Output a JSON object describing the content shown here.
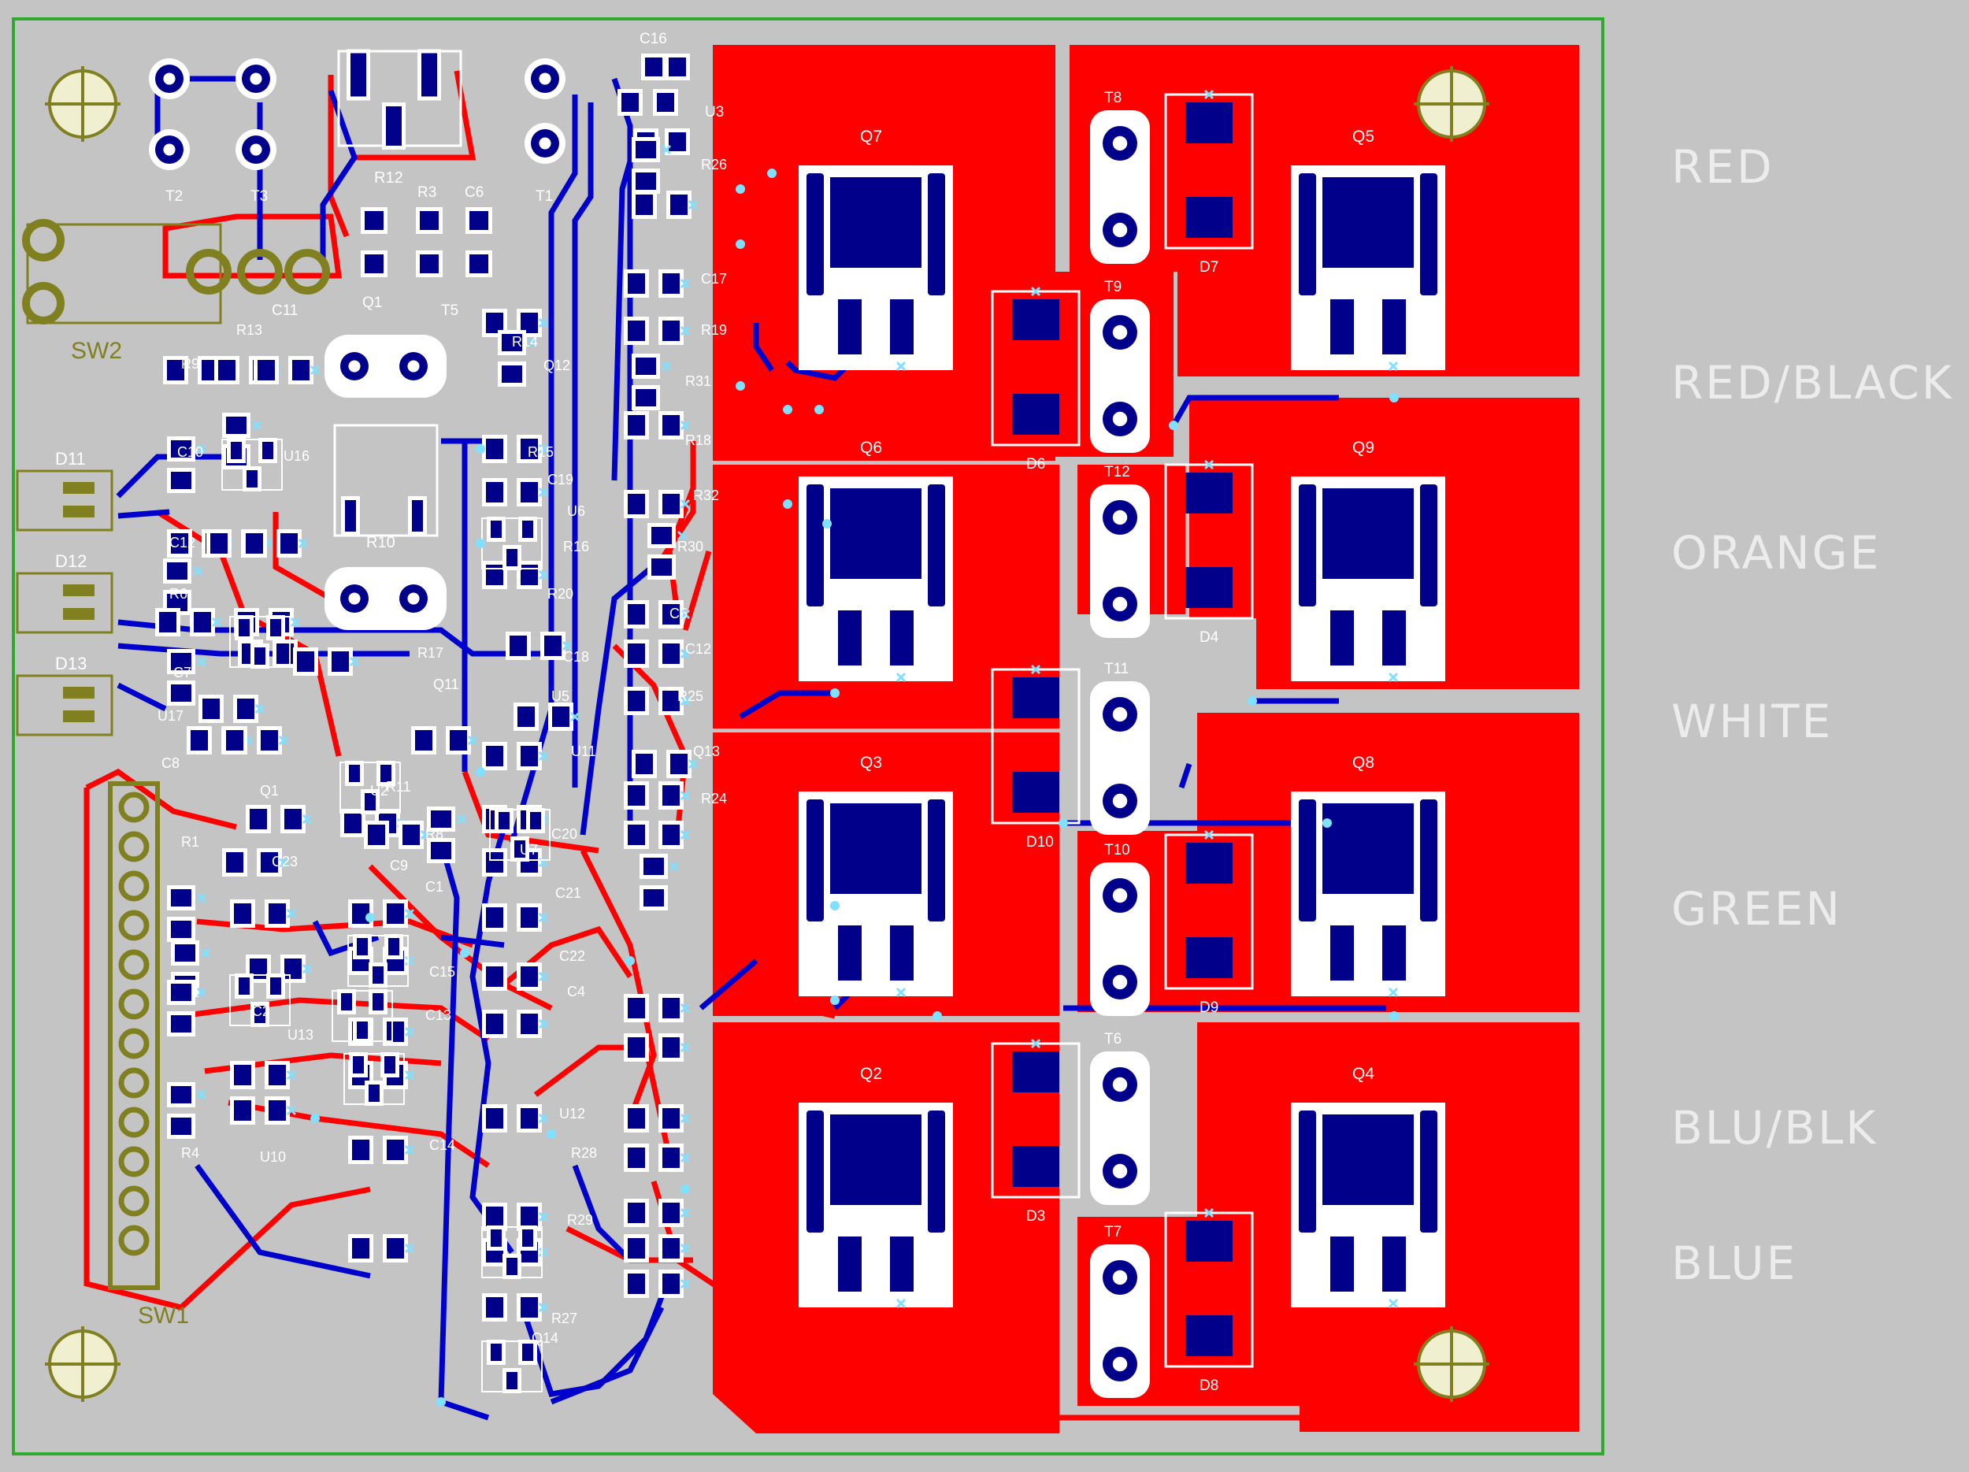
{
  "colors": {
    "background": "#c4c4c4",
    "outline": "#2faa2f",
    "copper_top": "#ff0000",
    "copper_bottom": "#0000cc",
    "pad": "#00008a",
    "silk_outline": "#808020",
    "silk_text": "#ffffff",
    "via": "#80e0ff",
    "legend_text": "#ececec"
  },
  "wire_labels": [
    "RED",
    "RED/BLACK",
    "ORANGE",
    "WHITE",
    "GREEN",
    "BLU/BLK",
    "BLUE"
  ],
  "switches": [
    "SW2",
    "SW1"
  ],
  "led_labels": [
    "D11",
    "D12",
    "D13"
  ],
  "power_stage": {
    "mosfets": [
      "Q7",
      "Q5",
      "Q6",
      "Q9",
      "Q3",
      "Q8",
      "Q2",
      "Q4"
    ],
    "diodes": [
      "D7",
      "D6",
      "D4",
      "D10",
      "D9",
      "D3",
      "D8"
    ],
    "terminals": [
      "T8",
      "T9",
      "T12",
      "T11",
      "T10",
      "T6",
      "T7"
    ]
  },
  "header_terminals": [
    "T2",
    "T3",
    "T1"
  ],
  "header_parts": [
    "R12",
    "R3",
    "C6",
    "Q1",
    "C11",
    "T5",
    "C16",
    "U3"
  ],
  "control_labels": [
    "R9",
    "R13",
    "C10",
    "U16",
    "C12",
    "R6",
    "C7",
    "U17",
    "C8",
    "Q1",
    "U2",
    "R8",
    "R1",
    "C23",
    "C1",
    "C2",
    "U13",
    "U10",
    "R4",
    "C13",
    "C14",
    "C15",
    "R10",
    "R11",
    "R17",
    "Q11",
    "C9",
    "R14",
    "Q12",
    "R15",
    "C19",
    "U6",
    "R16",
    "R20",
    "C18",
    "U5",
    "U11",
    "C20",
    "U7",
    "C21",
    "C22",
    "C4",
    "U12",
    "R28",
    "R29",
    "R27",
    "Q14",
    "R26",
    "C17",
    "R19",
    "R31",
    "R18",
    "R32",
    "R30",
    "C5",
    "C12",
    "R25",
    "Q13",
    "R24"
  ]
}
